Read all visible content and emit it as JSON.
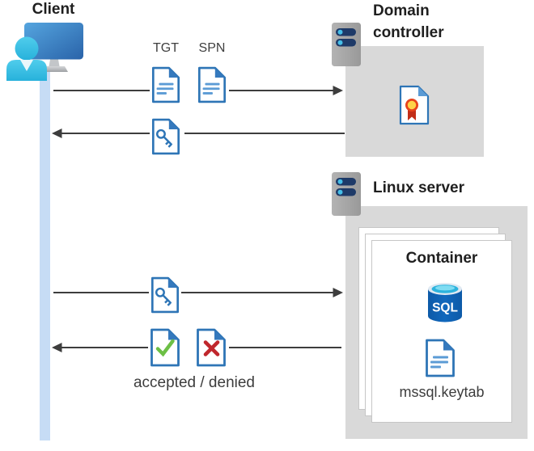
{
  "diagram": {
    "client": {
      "label": "Client"
    },
    "domain_controller": {
      "label": "Domain\ncontroller"
    },
    "linux_server": {
      "label": "Linux server"
    },
    "container": {
      "label": "Container",
      "db_label": "SQL",
      "keytab_label": "mssql.keytab"
    },
    "messages": {
      "tgt": "TGT",
      "spn": "SPN",
      "response": "accepted / denied"
    },
    "icons": {
      "client": "user-at-computer-icon",
      "lifeline": "client-lifeline",
      "server": "server-icon",
      "tgt_spn": "document-icon",
      "ticket": "key-ticket-document-icon",
      "certificate": "certificate-document-icon",
      "database": "sql-database-icon",
      "accepted": "check-document-icon",
      "denied": "cross-document-icon",
      "keytab": "keytab-document-icon"
    },
    "colors": {
      "doc_blue": "#2e75b6",
      "doc_fold_blue": "#3579bd",
      "doc_text_blue": "#5b9bd5",
      "accepted_green": "#6cbf45",
      "denied_red": "#c0272d",
      "box_gray": "#d9d9d9",
      "lifeline_blue": "#c6dcf5",
      "arrow_gray": "#3d3d3d",
      "sql_body_blue": "#0e63b6",
      "sql_top_cyan": "#2db3dd",
      "person_cyan": "#35bfe4",
      "server_pill_navy": "#1e3a68",
      "server_dot_cyan": "#45bfe8"
    }
  }
}
